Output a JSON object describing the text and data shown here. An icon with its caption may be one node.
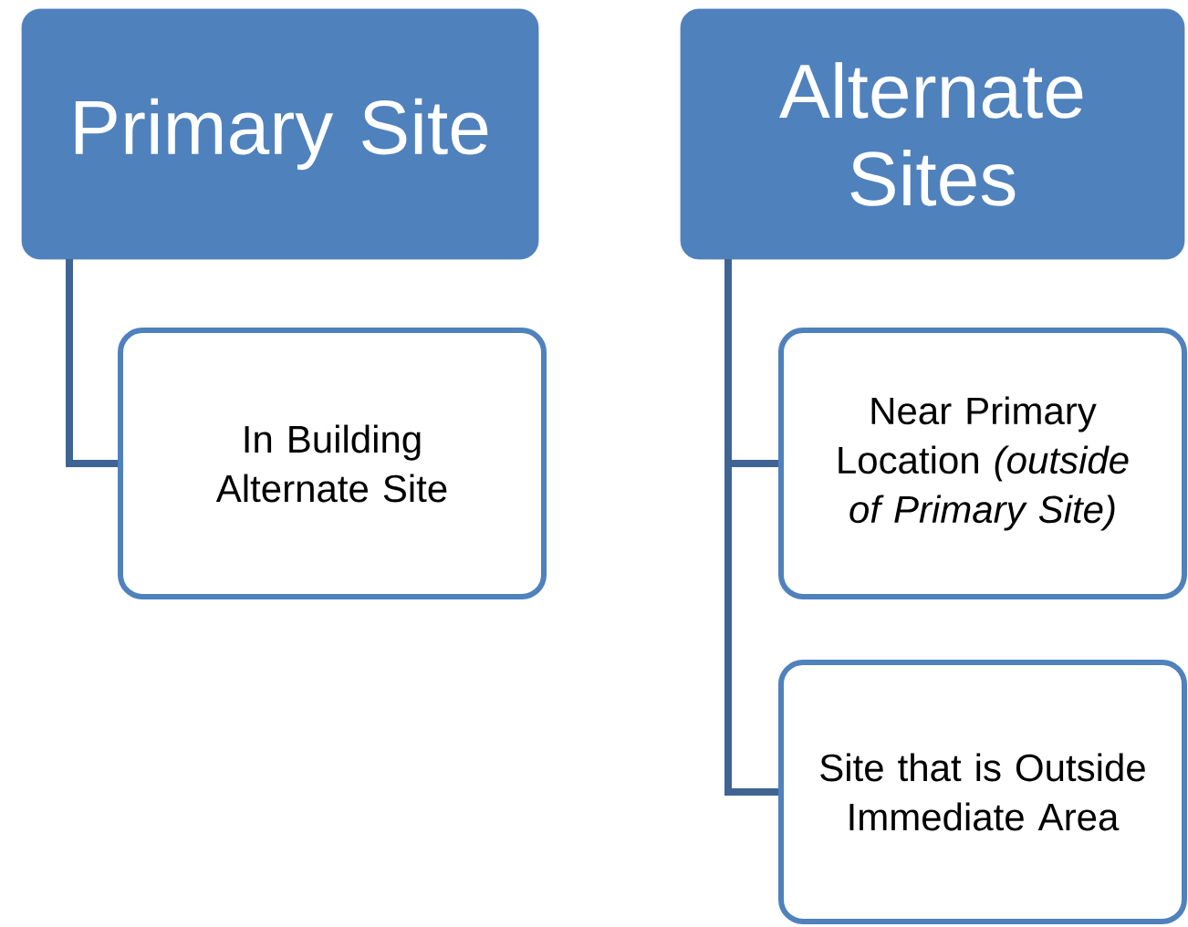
{
  "diagram": {
    "nodes": [
      {
        "text": [
          "Primary Site"
        ]
      },
      {
        "text": [
          "In Building Alternate Site"
        ]
      },
      {
        "text": [
          "Alternate Sites"
        ]
      },
      {
        "text": [
          "Near Primary Location *(outside of Primary Site)*"
        ]
      },
      {
        "text": [
          "Site that is Outside Immediate Area"
        ]
      }
    ],
    "edges": [
      {
        "from": 0,
        "to": 1,
        "arrow": "none"
      },
      {
        "from": 2,
        "to": 3,
        "arrow": "none"
      },
      {
        "from": 2,
        "to": 4,
        "arrow": "none"
      }
    ]
  }
}
